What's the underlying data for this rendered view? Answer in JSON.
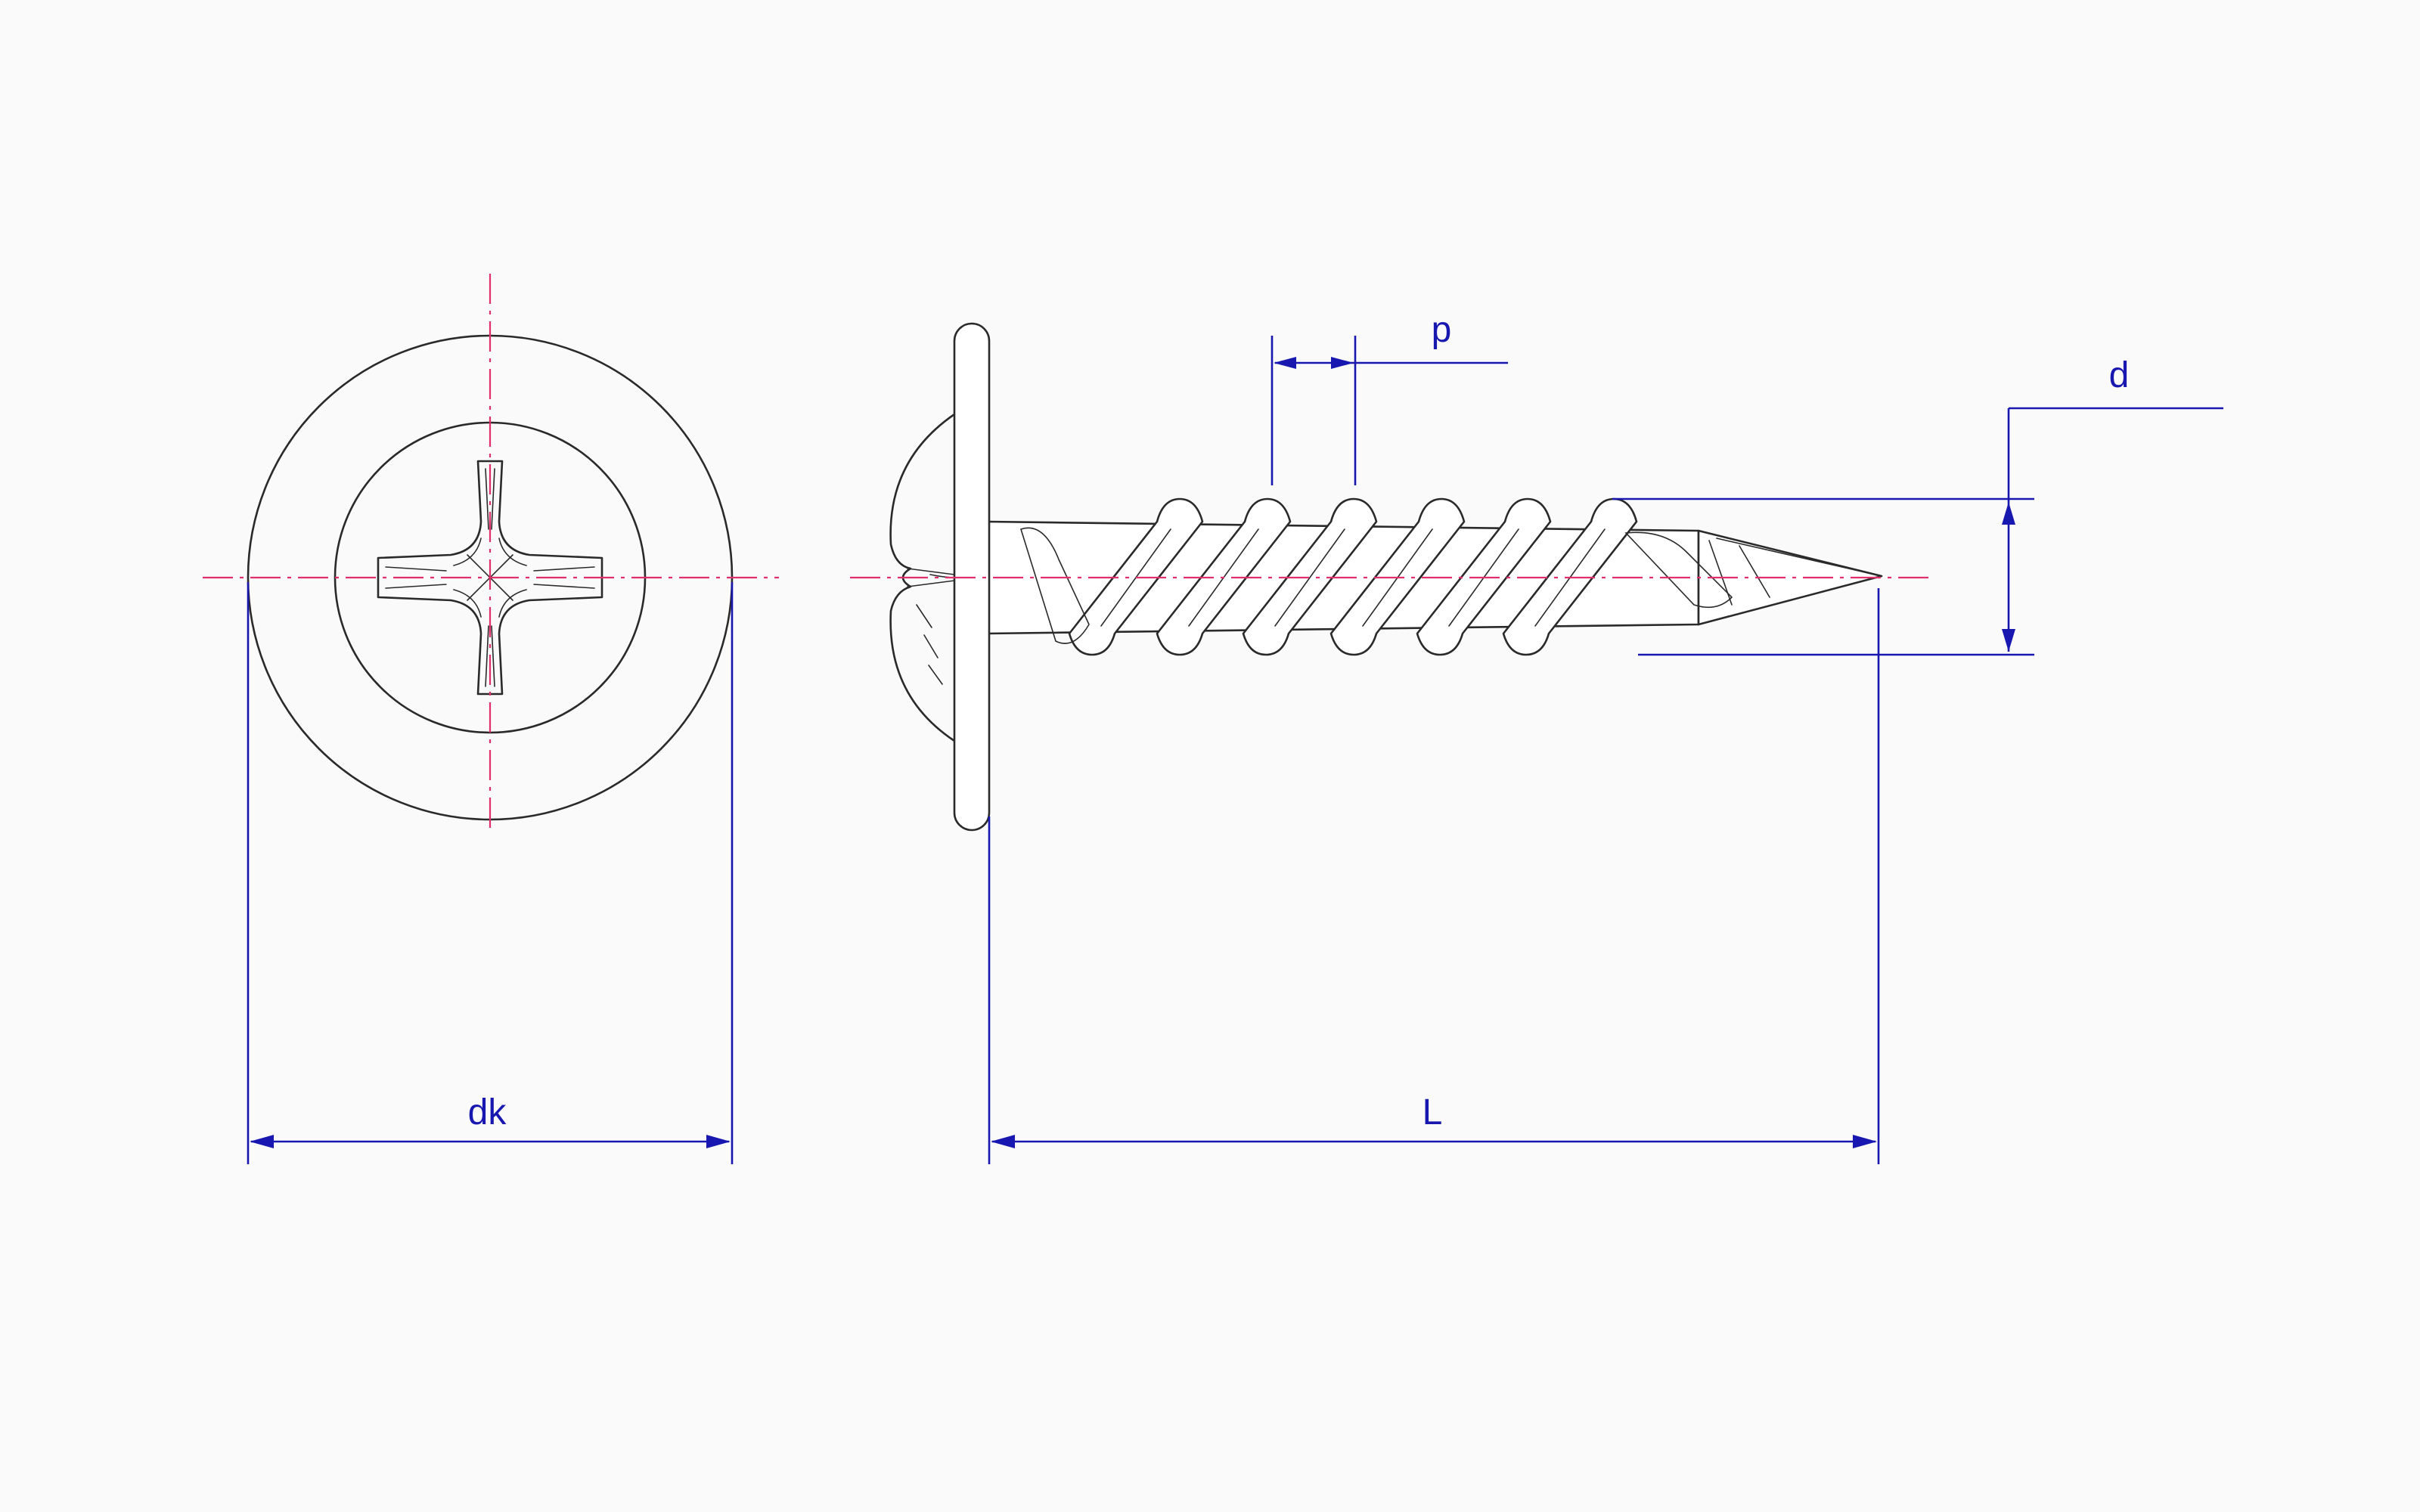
{
  "colors": {
    "outline": "#2a2a2a",
    "centerline": "#e0306a",
    "dimension": "#1818b0",
    "background": "#fafafa"
  },
  "dimensions": {
    "head_diameter": "dk",
    "length": "L",
    "pitch": "p",
    "thread_diameter": "d"
  }
}
